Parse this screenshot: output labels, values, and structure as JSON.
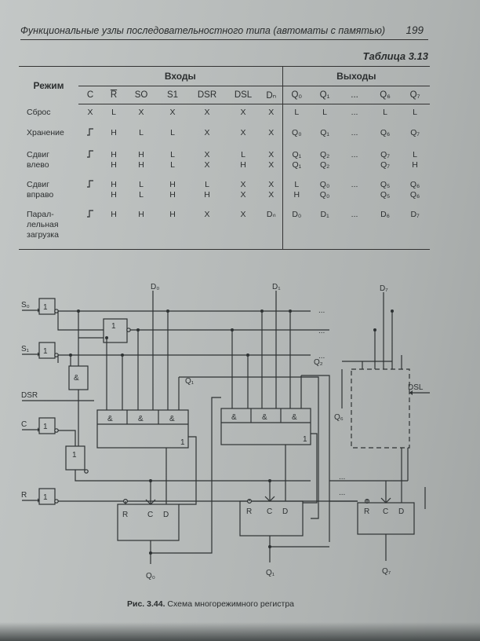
{
  "header": {
    "title": "Функциональные узлы последовательностного типа (автоматы с памятью)",
    "page": "199"
  },
  "table": {
    "label": "Таблица 3.13",
    "mode_head": "Режим",
    "inputs_head": "Входы",
    "outputs_head": "Выходы",
    "input_cols": [
      "C",
      "R",
      "SO",
      "S1",
      "DSR",
      "DSL",
      "Dₙ"
    ],
    "output_cols": [
      "Q₀",
      "Q₁",
      "...",
      "Q₆",
      "Q₇"
    ],
    "rows": {
      "reset": {
        "mode": "Сброс",
        "c": "X",
        "r": "L",
        "s0": "X",
        "s1": "X",
        "dsr": "X",
        "dsl": "X",
        "dn": "X",
        "q0": "L",
        "q1": "L",
        "dots": "...",
        "q6": "L",
        "q7": "L"
      },
      "hold": {
        "mode": "Хранение",
        "r": "H",
        "s0": "L",
        "s1": "L",
        "dsr": "X",
        "dsl": "X",
        "dn": "X",
        "q0": "Q₀",
        "q1": "Q₁",
        "dots": "...",
        "q6": "Q₆",
        "q7": "Q₇"
      },
      "shift_left": {
        "mode1": "Сдвиг",
        "mode2": "влево",
        "r1": "H",
        "s01": "H",
        "s11": "L",
        "dsr1": "X",
        "dsl1": "L",
        "dn1": "X",
        "q01": "Q₁",
        "q11": "Q₂",
        "dots": "...",
        "q61": "Q₇",
        "q71": "L",
        "r2": "H",
        "s02": "H",
        "s12": "L",
        "dsr2": "X",
        "dsl2": "H",
        "dn2": "X",
        "q02": "Q₁",
        "q12": "Q₂",
        "q62": "Q₇",
        "q72": "H"
      },
      "shift_right": {
        "mode1": "Сдвиг",
        "mode2": "вправо",
        "r1": "H",
        "s01": "L",
        "s11": "H",
        "dsr1": "L",
        "dsl1": "X",
        "dn1": "X",
        "q01": "L",
        "q11": "Q₀",
        "dots": "...",
        "q61": "Q₅",
        "q71": "Q₆",
        "r2": "H",
        "s02": "L",
        "s12": "H",
        "dsr2": "H",
        "dsl2": "X",
        "dn2": "X",
        "q02": "H",
        "q12": "Q₀",
        "q62": "Q₅",
        "q72": "Q₆"
      },
      "load": {
        "mode1": "Парал-",
        "mode2": "лельная",
        "mode3": "загрузка",
        "r": "H",
        "s0": "H",
        "s1": "H",
        "dsr": "X",
        "dsl": "X",
        "dn": "Dₙ",
        "q0": "D₀",
        "q1": "D₁",
        "dots": "...",
        "q6": "D₆",
        "q7": "D₇"
      }
    }
  },
  "schematic": {
    "d0": "D₀",
    "d1": "D₁",
    "d7": "D₇",
    "s0": "S₀",
    "s1": "S₁",
    "dsr": "DSR",
    "c": "C",
    "r": "R",
    "dsl": "DSL",
    "q1_wire": "Q₁",
    "q2_wire": "Q₂",
    "q6_wire": "Q₆",
    "q0_out": "Q₀",
    "q1_out": "Q₁",
    "q7_out": "Q₇",
    "inv": "1",
    "and": "&",
    "or": "1",
    "ff_r": "R",
    "ff_c": "C",
    "ff_d": "D",
    "dots": "..."
  },
  "caption": {
    "label": "Рис. 3.44.",
    "text": "Схема многорежимного регистра"
  }
}
